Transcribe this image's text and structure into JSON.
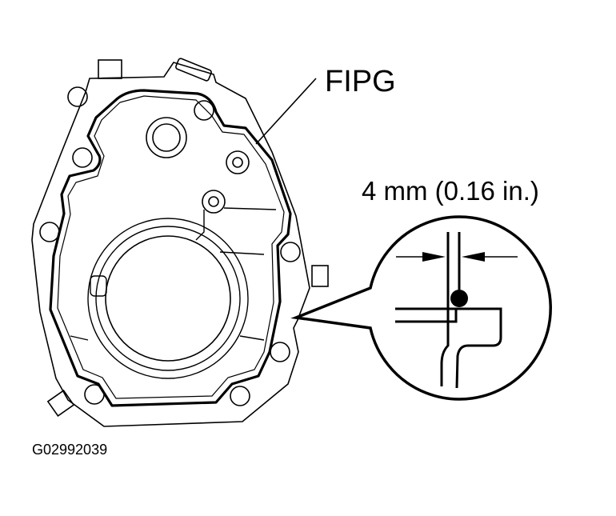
{
  "labels": {
    "sealant": "FIPG",
    "bead_width": "4 mm (0.16 in.)",
    "figure_id": "G02992039"
  },
  "colors": {
    "line": "#000000",
    "background": "#ffffff"
  }
}
